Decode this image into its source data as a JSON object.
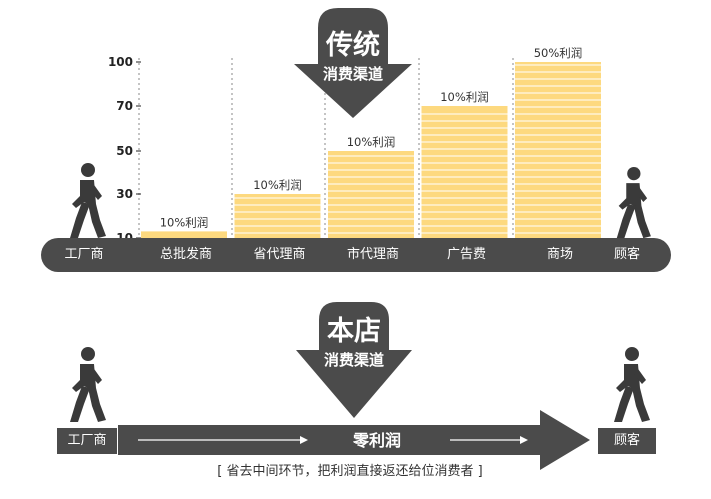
{
  "chart_data": {
    "type": "bar",
    "title": "",
    "xlabel": "",
    "ylabel": "",
    "y_ticks": [
      10,
      30,
      50,
      70,
      100
    ],
    "categories": [
      "总批发商",
      "省代理商",
      "市代理商",
      "广告费",
      "商场"
    ],
    "values": [
      13,
      30,
      50,
      70,
      100
    ],
    "data_labels": [
      "10%利润",
      "10%利润",
      "10%利润",
      "10%利润",
      "50%利润"
    ],
    "bar_color": "#fdd97f",
    "grid": "dotted vertical lines",
    "legend": "none"
  },
  "traditional": {
    "title": "传统",
    "subtitle": "消费渠道",
    "start_label": "工厂商",
    "end_label": "顾客"
  },
  "store": {
    "title": "本店",
    "subtitle": "消费渠道",
    "start_label": "工厂商",
    "end_label": "顾客",
    "arrow_label": "零利润",
    "caption": "[ 省去中间环节，把利润直接返还给位消费者 ]"
  },
  "colors": {
    "dark": "#4b4b4b",
    "bar": "#fdd97f",
    "person": "#3a3a3a"
  },
  "icons": [
    "walking-person-icon"
  ]
}
